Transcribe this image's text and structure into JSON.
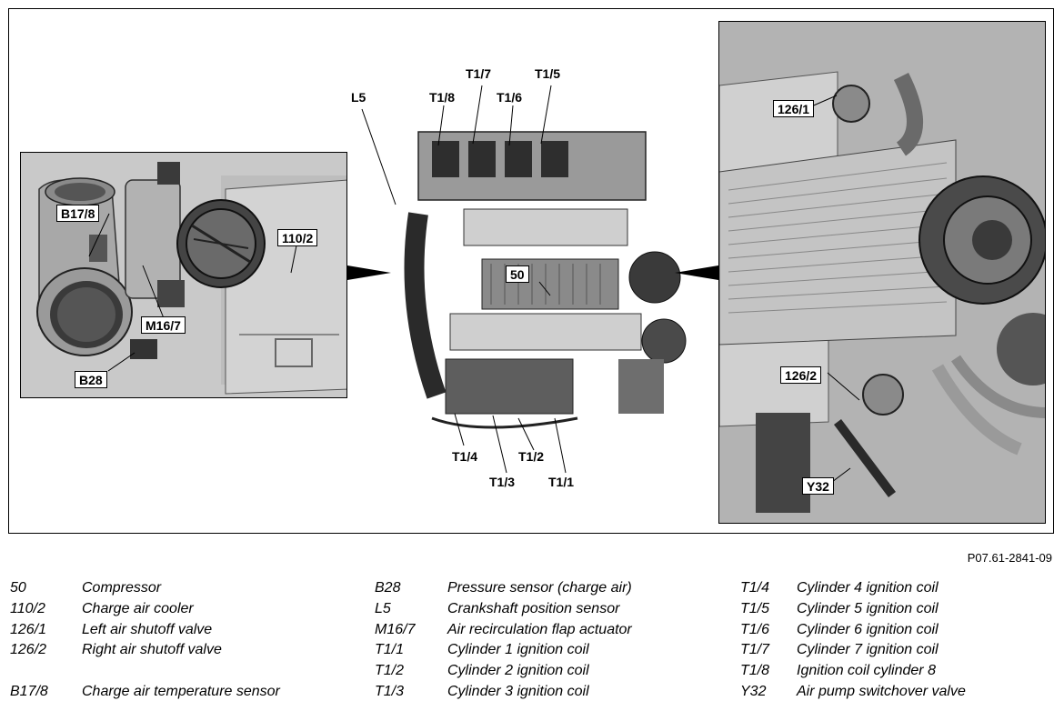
{
  "figure_reference": "P07.61-2841-09",
  "left_photo": {
    "callouts": {
      "b17_8": "B17/8",
      "c110_2": "110/2",
      "m16_7": "M16/7",
      "b28": "B28"
    }
  },
  "center_engine": {
    "labels": {
      "l5": "L5",
      "t1_8": "T1/8",
      "t1_7": "T1/7",
      "t1_6": "T1/6",
      "t1_5": "T1/5",
      "c50": "50",
      "t1_4": "T1/4",
      "t1_3": "T1/3",
      "t1_2": "T1/2",
      "t1_1": "T1/1"
    }
  },
  "right_photo": {
    "callouts": {
      "c126_1": "126/1",
      "c126_2": "126/2",
      "y32": "Y32"
    }
  },
  "legend": {
    "col1": [
      {
        "code": "50",
        "desc": "Compressor"
      },
      {
        "code": "110/2",
        "desc": "Charge air cooler"
      },
      {
        "code": "126/1",
        "desc": "Left air shutoff valve"
      },
      {
        "code": "126/2",
        "desc": "Right air shutoff valve"
      },
      {
        "code": "",
        "desc": ""
      },
      {
        "code": "B17/8",
        "desc": "Charge air temperature sensor"
      }
    ],
    "col2": [
      {
        "code": "B28",
        "desc": "Pressure sensor (charge air)"
      },
      {
        "code": "L5",
        "desc": "Crankshaft position sensor"
      },
      {
        "code": "M16/7",
        "desc": "Air recirculation flap actuator"
      },
      {
        "code": "T1/1",
        "desc": "Cylinder 1 ignition coil"
      },
      {
        "code": "T1/2",
        "desc": "Cylinder 2 ignition coil"
      },
      {
        "code": "T1/3",
        "desc": "Cylinder 3 ignition coil"
      }
    ],
    "col3": [
      {
        "code": "T1/4",
        "desc": "Cylinder 4 ignition coil"
      },
      {
        "code": "T1/5",
        "desc": "Cylinder 5 ignition coil"
      },
      {
        "code": "T1/6",
        "desc": "Cylinder 6 ignition coil"
      },
      {
        "code": "T1/7",
        "desc": "Cylinder 7 ignition coil"
      },
      {
        "code": "T1/8",
        "desc": "Ignition coil cylinder 8"
      },
      {
        "code": "Y32",
        "desc": "Air pump switchover valve"
      }
    ]
  }
}
